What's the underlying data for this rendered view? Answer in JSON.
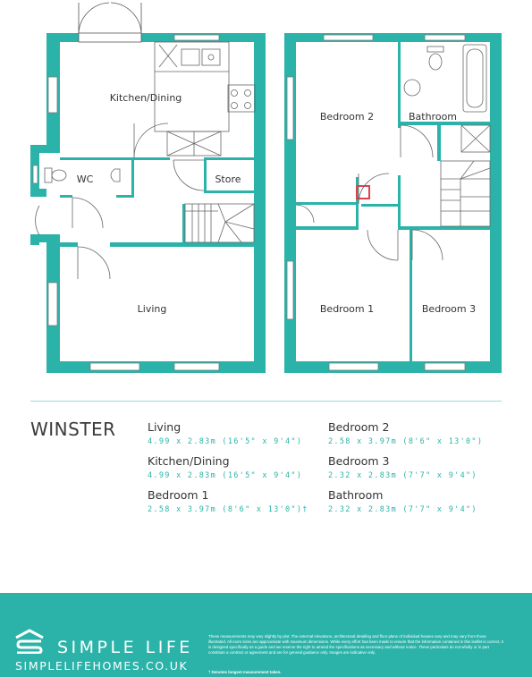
{
  "colors": {
    "accent": "#2bb3a9",
    "wall": "#2bb3a9",
    "text": "#333333",
    "footer_bg": "#2bb3a9"
  },
  "floorplan": {
    "ground": {
      "kitchen_dining": "Kitchen/Dining",
      "wc": "WC",
      "store": "Store",
      "living": "Living"
    },
    "first": {
      "bedroom_2": "Bedroom 2",
      "bathroom": "Bathroom",
      "bedroom_1": "Bedroom 1",
      "bedroom_3": "Bedroom 3"
    }
  },
  "house_name": "WINSTER",
  "rooms": [
    {
      "name": "Living",
      "dims": "4.99 x 2.83m (16'5\" x 9'4\")"
    },
    {
      "name": "Kitchen/Dining",
      "dims": "4.99 x 2.83m (16'5\" x 9'4\")"
    },
    {
      "name": "Bedroom 1",
      "dims": "2.58 x 3.97m (8'6\" x 13'0\")†"
    },
    {
      "name": "Bedroom 2",
      "dims": "2.58 x 3.97m (8'6\" x 13'0\")"
    },
    {
      "name": "Bedroom 3",
      "dims": "2.32 x 2.83m (7'7\" x 9'4\")"
    },
    {
      "name": "Bathroom",
      "dims": "2.32 x 2.83m (7'7\" x 9'4\")"
    }
  ],
  "footer": {
    "brand": "SIMPLE LIFE",
    "url": "SIMPLELIFEHOMES.CO.UK",
    "logo_icon": "house-s-logo",
    "disclaimer": "These measurements may vary slightly by plot. The external elevations, architectural detailing and floor plans of individual houses vary and may vary from those illustrated. All room sizes are approximate with maximum dimensions. While every effort has been made to ensure that the information contained in this leaflet is correct, it is designed specifically as a guide and we reserve the right to amend the specifications as necessary and without notice. These particulars do not wholly or in part constitute a contract or agreement and are for general guidance only. Images are indicative only.",
    "note": "† Denotes longest measurement taken."
  }
}
